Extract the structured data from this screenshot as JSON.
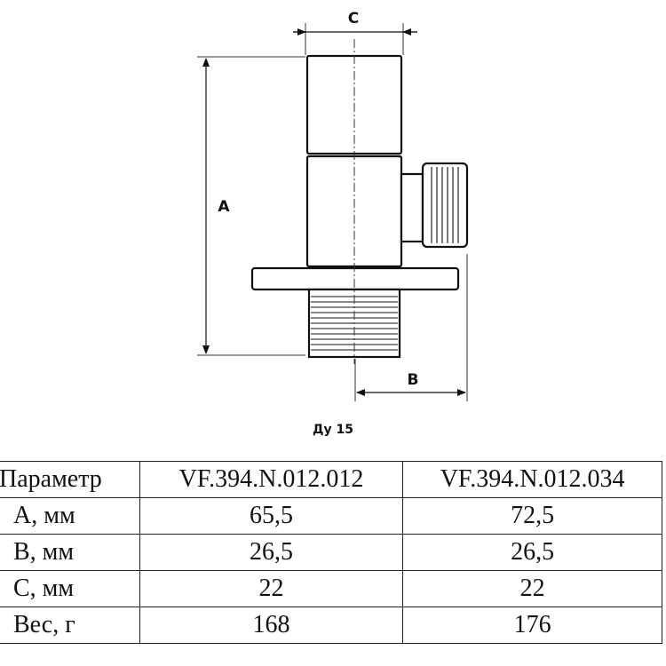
{
  "drawing": {
    "dim_a_label": "A",
    "dim_b_label": "B",
    "dim_c_label": "C"
  },
  "caption": "Ду 15",
  "table": {
    "header": [
      "Параметр",
      "VF.394.N.012.012",
      "VF.394.N.012.034"
    ],
    "rows": [
      [
        "A, мм",
        "65,5",
        "72,5"
      ],
      [
        "B, мм",
        "26,5",
        "26,5"
      ],
      [
        "C, мм",
        "22",
        "22"
      ],
      [
        "Вес, г",
        "168",
        "176"
      ]
    ]
  }
}
